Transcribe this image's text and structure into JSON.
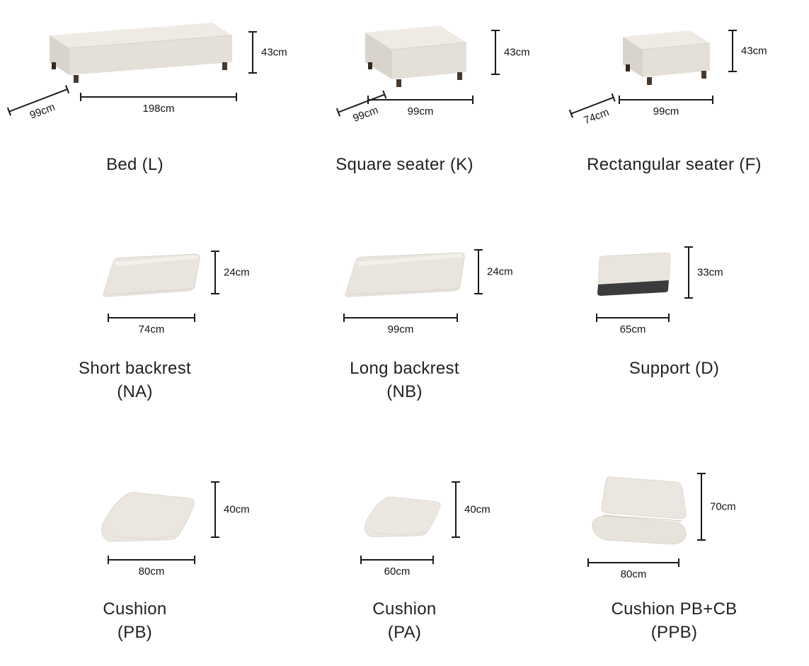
{
  "colors": {
    "fabric_top": "#EFEBE4",
    "fabric_front": "#E4E0D8",
    "fabric_side": "#D9D4CB",
    "leg": "#47392E",
    "support_base": "#3B3B3D",
    "dimension_line": "#1A1A1A",
    "text": "#222222"
  },
  "products": [
    {
      "id": "bed",
      "name": [
        "Bed (L)"
      ],
      "dims": {
        "height": "43cm",
        "width": "198cm",
        "depth": "99cm"
      }
    },
    {
      "id": "square-seater",
      "name": [
        "Square seater (K)"
      ],
      "dims": {
        "height": "43cm",
        "width": "99cm",
        "depth": "99cm"
      }
    },
    {
      "id": "rectangular-seater",
      "name": [
        "Rectangular seater (F)"
      ],
      "dims": {
        "height": "43cm",
        "width": "99cm",
        "depth": "74cm"
      }
    },
    {
      "id": "short-backrest",
      "name": [
        "Short backrest",
        "(NA)"
      ],
      "dims": {
        "height": "24cm",
        "width": "74cm"
      }
    },
    {
      "id": "long-backrest",
      "name": [
        "Long backrest",
        "(NB)"
      ],
      "dims": {
        "height": "24cm",
        "width": "99cm"
      }
    },
    {
      "id": "support",
      "name": [
        "Support (D)"
      ],
      "dims": {
        "height": "33cm",
        "width": "65cm"
      }
    },
    {
      "id": "cushion-pb",
      "name": [
        "Cushion",
        "(PB)"
      ],
      "dims": {
        "height": "40cm",
        "width": "80cm"
      }
    },
    {
      "id": "cushion-pa",
      "name": [
        "Cushion",
        "(PA)"
      ],
      "dims": {
        "height": "40cm",
        "width": "60cm"
      }
    },
    {
      "id": "cushion-ppb",
      "name": [
        "Cushion PB+CB",
        "(PPB)"
      ],
      "dims": {
        "height": "70cm",
        "width": "80cm"
      }
    }
  ]
}
